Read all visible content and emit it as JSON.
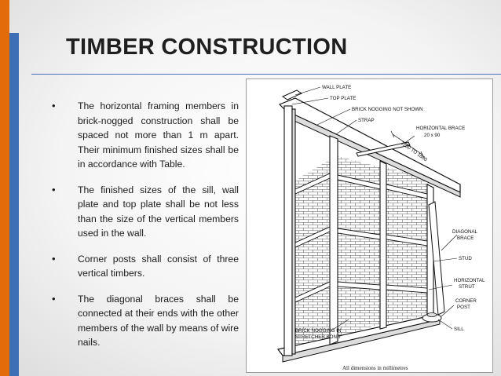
{
  "slide": {
    "title": "TIMBER CONSTRUCTION",
    "bullets": [
      "The horizontal framing members in brick-nogged construction shall be spaced not more than 1 m apart. Their minimum finished sizes shall be in accordance with Table.",
      "The finished sizes of the sill, wall plate and top plate shall be not less than the size of the vertical members used in the wall.",
      "Corner posts shall consist of three vertical timbers.",
      "The diagonal braces shall be connected at their ends with the other members of the wall by means of wire nails."
    ],
    "bullet_symbol": "•",
    "colors": {
      "accent_orange": "#e36c0a",
      "accent_blue": "#3b6fb6",
      "rule": "#4472c4"
    }
  },
  "figure": {
    "labels": {
      "wall_plate": "WALL PLATE",
      "top_plate": "TOP PLATE",
      "brick_nogging_not_shown": "BRICK NOGGING NOT SHOWN",
      "strap": "STRAP",
      "horizontal_brace": "HORIZONTAL BRACE",
      "horizontal_brace_size": "20 x 90",
      "spacing": "1200 TO 1800",
      "diagonal_brace_1": "DIAGONAL",
      "diagonal_brace_2": "BRACE",
      "stud": "STUD",
      "horizontal_strut_1": "HORIZONTAL",
      "horizontal_strut_2": "STRUT",
      "corner_post_1": "CORNER",
      "corner_post_2": "POST",
      "sill": "SILL",
      "brick_nogging_1": "BRICK NOGGING IN",
      "brick_nogging_2": "STRETCHER BOND",
      "dimensions_note": "All dimensions in millimetres"
    }
  }
}
